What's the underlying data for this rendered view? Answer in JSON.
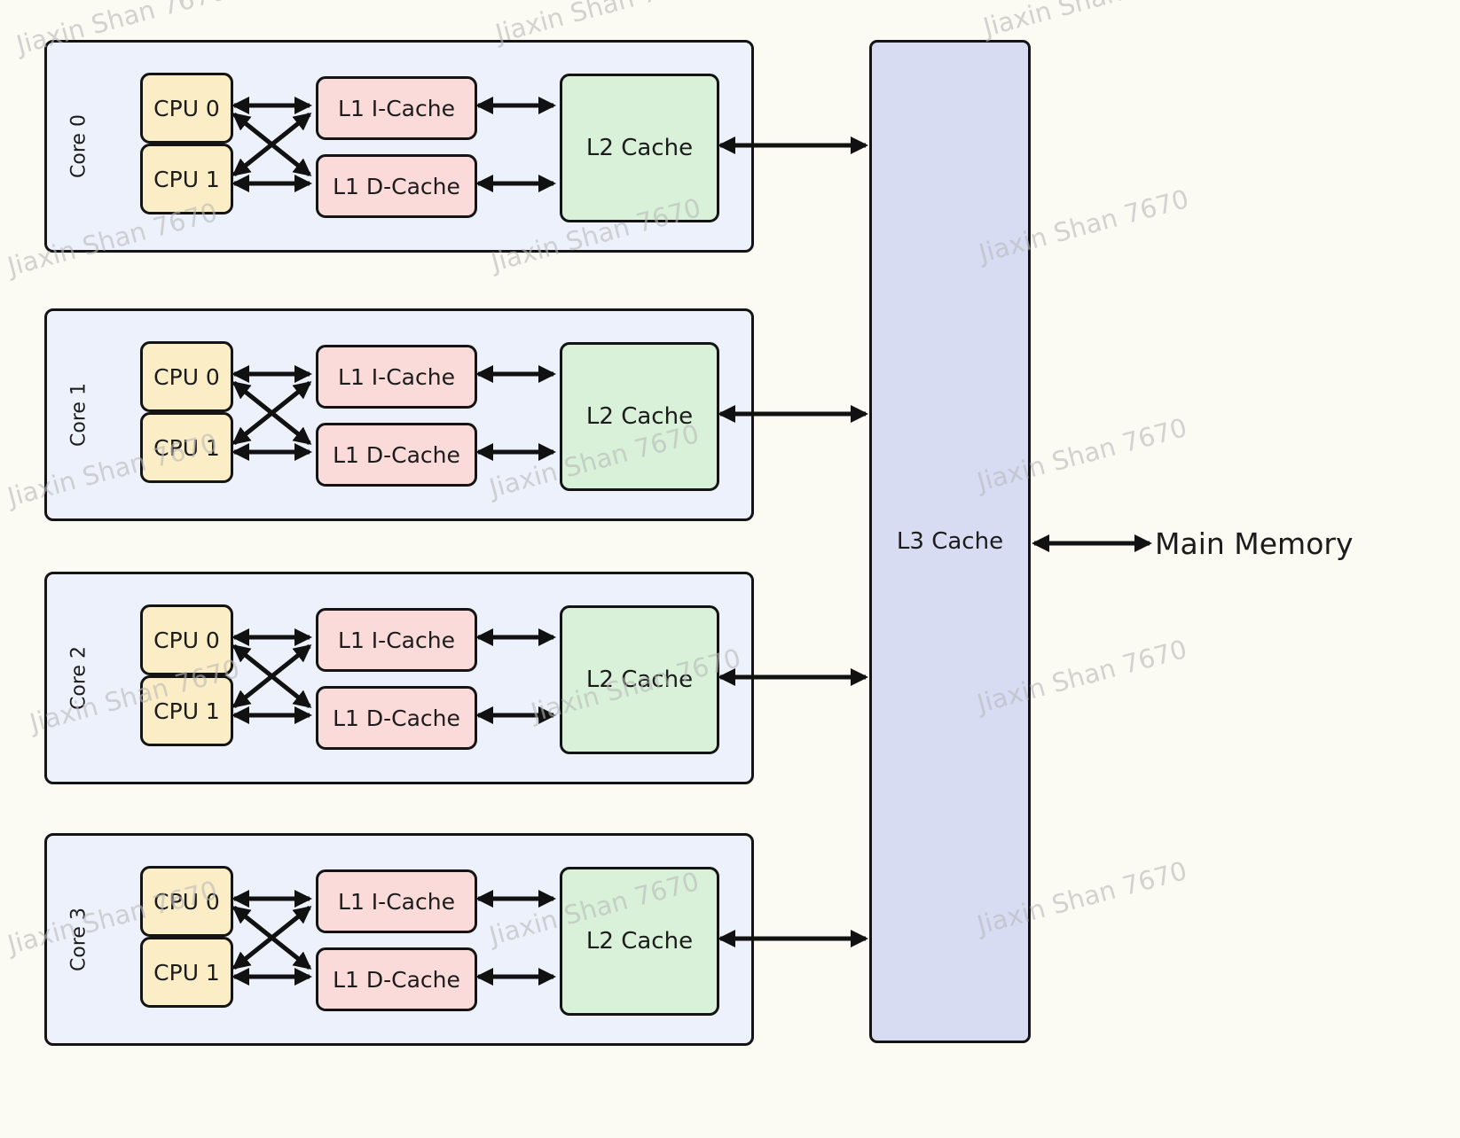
{
  "watermark": "Jiaxin Shan 7670",
  "cores": [
    {
      "label": "Core 0",
      "cpu0": "CPU 0",
      "cpu1": "CPU 1",
      "l1i": "L1 I-Cache",
      "l1d": "L1 D-Cache",
      "l2": "L2 Cache"
    },
    {
      "label": "Core 1",
      "cpu0": "CPU 0",
      "cpu1": "CPU 1",
      "l1i": "L1 I-Cache",
      "l1d": "L1 D-Cache",
      "l2": "L2 Cache"
    },
    {
      "label": "Core 2",
      "cpu0": "CPU 0",
      "cpu1": "CPU 1",
      "l1i": "L1 I-Cache",
      "l1d": "L1 D-Cache",
      "l2": "L2 Cache"
    },
    {
      "label": "Core 3",
      "cpu0": "CPU 0",
      "cpu1": "CPU 1",
      "l1i": "L1 I-Cache",
      "l1d": "L1 D-Cache",
      "l2": "L2 Cache"
    }
  ],
  "l3_label": "L3 Cache",
  "main_memory_label": "Main Memory",
  "colors": {
    "background": "#fbfaf3",
    "core_fill": "#edf1fb",
    "cpu_fill": "#fbedc6",
    "l1_fill": "#fbdbda",
    "l2_fill": "#d8f1d8",
    "l3_fill": "#d7dcf3",
    "border": "#141414",
    "arrow": "#111111",
    "watermark": "#b9b9b9"
  }
}
